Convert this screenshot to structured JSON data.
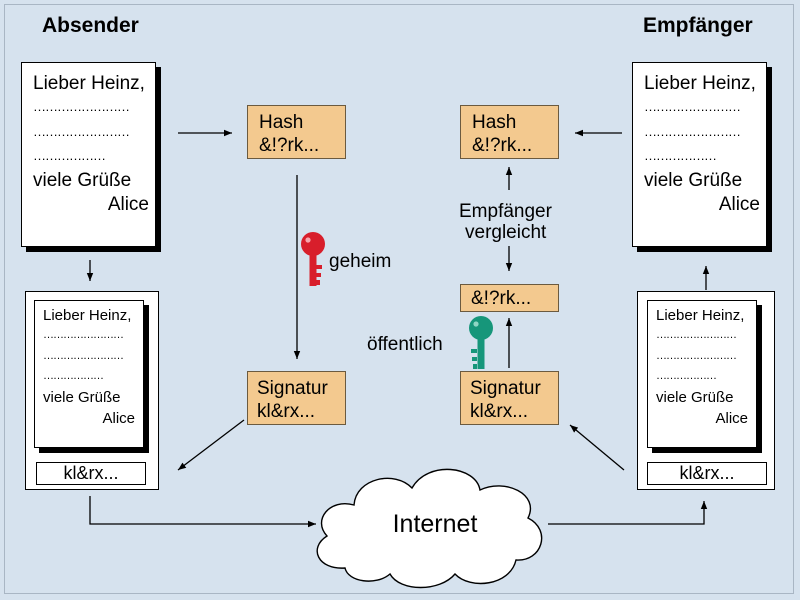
{
  "headings": {
    "sender": "Absender",
    "receiver": "Empfänger"
  },
  "letter": {
    "greeting": "Lieber Heinz,",
    "dots_long": "……………………",
    "dots_short": "………………",
    "closing": "viele Grüße",
    "name": "Alice"
  },
  "signature_tag": "kl&rx...",
  "sender": {
    "hash_box": {
      "title": "Hash",
      "value": "&!?rk..."
    },
    "signature_box": {
      "title": "Signatur",
      "value": "kl&rx..."
    },
    "key_label": "geheim"
  },
  "receiver": {
    "hash_box": {
      "title": "Hash",
      "value": "&!?rk..."
    },
    "decrypted_box": {
      "value": "&!?rk..."
    },
    "signature_box": {
      "title": "Signatur",
      "value": "kl&rx..."
    },
    "compare_label_1": "Empfänger",
    "compare_label_2": "vergleicht",
    "key_label": "öffentlich"
  },
  "cloud_label": "Internet",
  "colors": {
    "background": "#d6e2ee",
    "box_fill": "#f3c98f",
    "secret_key": "#d81e2b",
    "public_key": "#16967a"
  },
  "icons": [
    "secret-key-icon",
    "public-key-icon",
    "internet-cloud-icon"
  ]
}
